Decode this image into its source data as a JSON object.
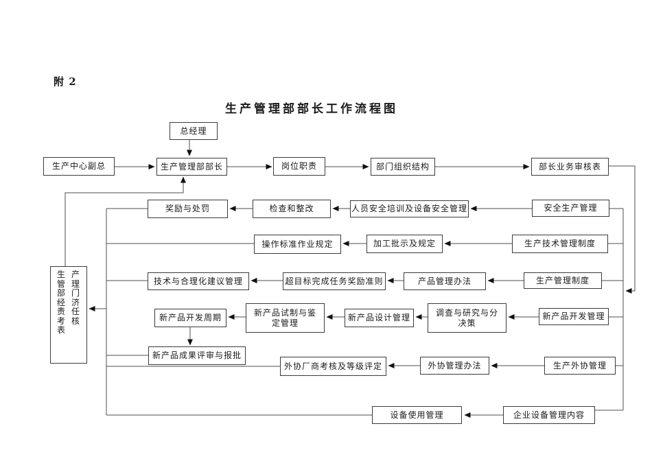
{
  "header": {
    "appendix_label": "附 2",
    "title": "生产管理部部长工作流程图"
  },
  "flowchart": {
    "nodes": {
      "general_manager": "总经理",
      "production_center_deputy": "生产中心副总",
      "department_director": "生产管理部部长",
      "job_duties": "岗位职责",
      "org_structure": "部门组织结构",
      "director_review_form": "部长业务审核表",
      "reward_punishment": "奖励与处罚",
      "inspection_rectification": "检查和整改",
      "safety_training": "人员安全培训及设备安全管理",
      "safety_management": "安全生产管理",
      "operation_standards": "操作标准作业规定",
      "processing_instructions": "加工批示及规定",
      "tech_mgmt_system": "生产技术管理制度",
      "rationalization_mgmt": "技术与合理化建议管理",
      "exceed_target_reward": "超目标完成任务奖励准则",
      "product_mgmt_measures": "产品管理办法",
      "production_mgmt_system": "生产管理制度",
      "new_product_cycle": "新产品开发周期",
      "trial_appraisal_mgmt": "新产品试制与鉴定管理",
      "new_product_design": "新产品设计管理",
      "research_decision": "调查与研究与分决策",
      "new_product_dev_mgmt": "新产品开发管理",
      "achievement_review": "新产品成果评审与报批",
      "outsourcing_assessment": "外协厂商考核及等级评定",
      "outsourcing_measures": "外协管理办法",
      "outsourcing_mgmt": "生产外协管理",
      "equipment_use_mgmt": "设备使用管理",
      "enterprise_equipment": "企业设备管理内容",
      "economic_assessment_form": "生产管理部门经济责任考核表"
    }
  },
  "colors": {
    "background": "#ffffff",
    "line": "#4d4d4d",
    "box_border": "#3a3a3a",
    "text": "#1a1a1a"
  }
}
